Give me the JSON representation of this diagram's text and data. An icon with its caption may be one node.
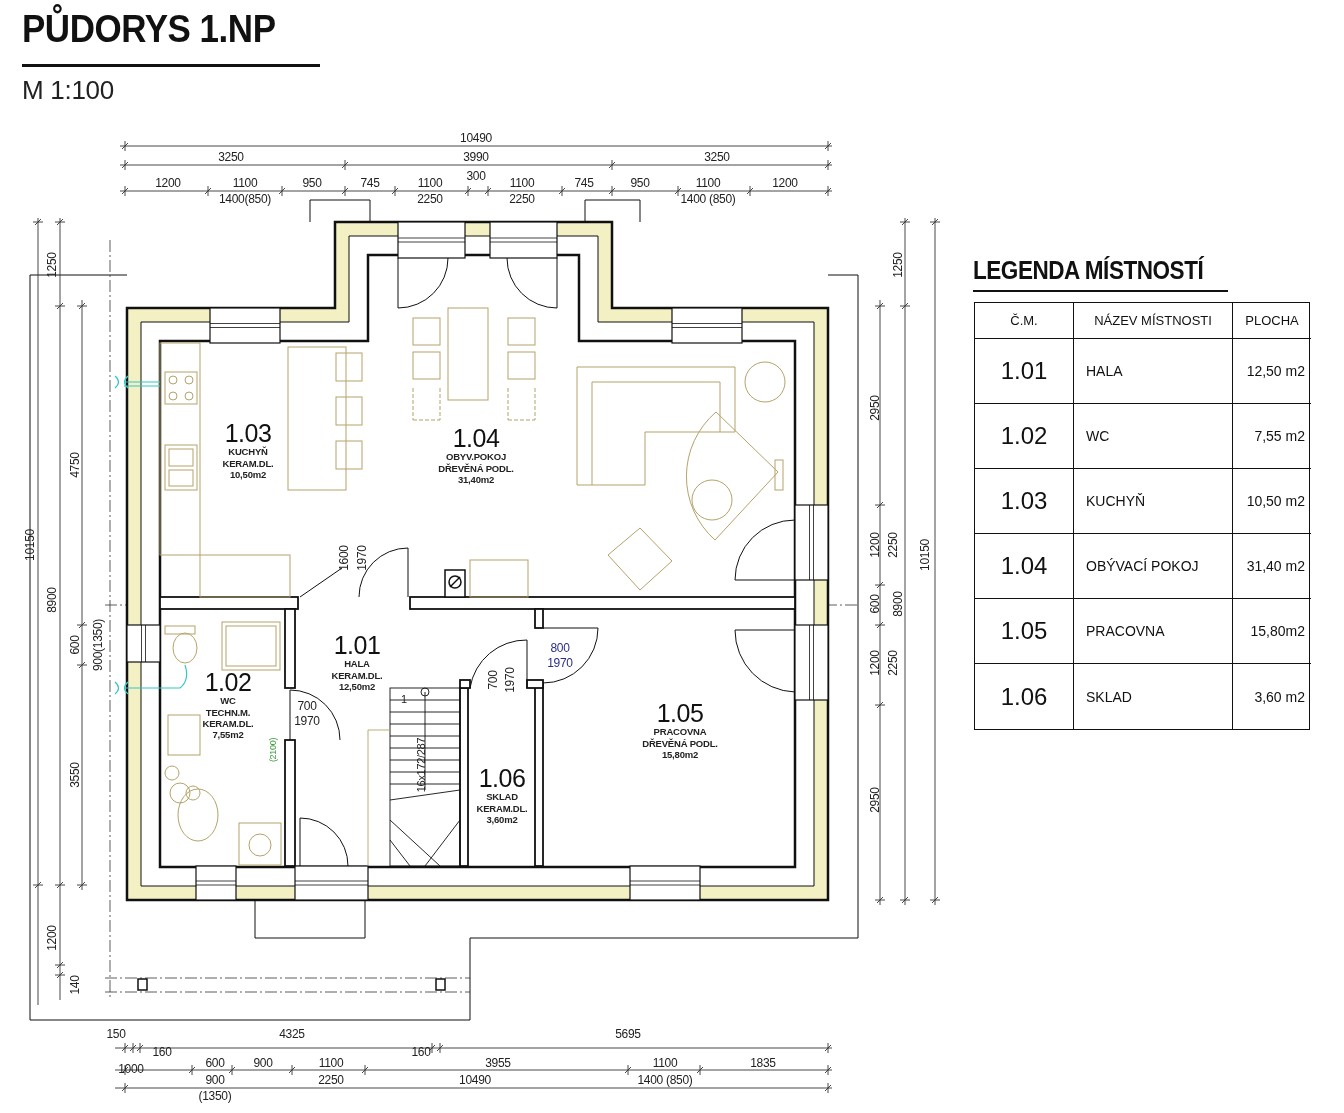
{
  "diagram": {
    "title": "PŮDORYS 1.NP",
    "nodes": [
      {
        "text": [
          "1.03",
          "KUCHYŇ",
          "KERAM.DL.",
          "10,50m2"
        ]
      },
      {
        "text": [
          "1.04",
          "OBYV.POKOJ",
          "DŘEVĚNÁ PODL.",
          "31,40m2"
        ]
      },
      {
        "text": [
          "1.01",
          "HALA",
          "KERAM.DL.",
          "12,50m2"
        ]
      },
      {
        "text": [
          "1.02",
          "WC",
          "TECHN.M.",
          "KERAM.DL.",
          "7,55m2"
        ]
      },
      {
        "text": [
          "1.05",
          "PRACOVNA",
          "DŘEVĚNÁ PODL.",
          "15,80m2"
        ]
      },
      {
        "text": [
          "1.06",
          "SKLAD",
          "KERAM.DL.",
          "3,60m2"
        ]
      }
    ],
    "labels": [
      "M 1:100",
      "10490",
      "3250",
      "3990",
      "3250",
      "300",
      "1200",
      "1100",
      "950",
      "745",
      "1100",
      "1100",
      "745",
      "950",
      "1100",
      "1200",
      "1400(850)",
      "2250",
      "2250",
      "1400 (850)",
      "1250",
      "4750",
      "10150",
      "8900",
      "600",
      "900(1350)",
      "3550",
      "1200",
      "140",
      "1250",
      "2950",
      "1200",
      "2250",
      "10150",
      "600",
      "8900",
      "1200",
      "2250",
      "2950",
      "1600",
      "1970",
      "700",
      "1970",
      "700",
      "1970",
      "800",
      "1970",
      "1",
      "16x172/287",
      "(2100)",
      "150",
      "4325",
      "5695",
      "160",
      "160",
      "1000",
      "600",
      "900",
      "1100",
      "3955",
      "1100",
      "1835",
      "900",
      "2250",
      "10490",
      "1400 (850)",
      "(1350)",
      "LEGENDA MÍSTNOSTÍ",
      "Č.M.",
      "NÁZEV MÍSTNOSTI",
      "PLOCHA",
      "1.01",
      "HALA",
      "12,50 m2",
      "1.02",
      "WC",
      "7,55 m2",
      "1.03",
      "KUCHYŇ",
      "10,50 m2",
      "1.04",
      "OBÝVACÍ POKOJ",
      "31,40 m2",
      "1.05",
      "PRACOVNA",
      "15,80m2",
      "1.06",
      "SKLAD",
      "3,60 m2"
    ]
  }
}
